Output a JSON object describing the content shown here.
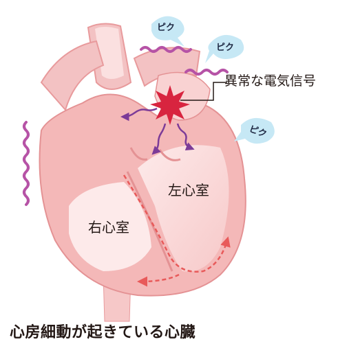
{
  "labels": {
    "signal": "異常な電気信号",
    "left_ventricle": "左心室",
    "right_ventricle": "右心室"
  },
  "bubbles": [
    "ピク",
    "ピク",
    "ピク"
  ],
  "caption": "心房細動が起きている心臓",
  "colors": {
    "heart_outer": "#f4b8b8",
    "heart_mid": "#f9d2d2",
    "heart_inner": "#fdeaea",
    "vessel": "#f3c2c3",
    "wave": "#b653a6",
    "star": "#d8243f",
    "arrow": "#7c3b98",
    "dash": "#e85a5a",
    "bubble": "#c6e8f5"
  }
}
